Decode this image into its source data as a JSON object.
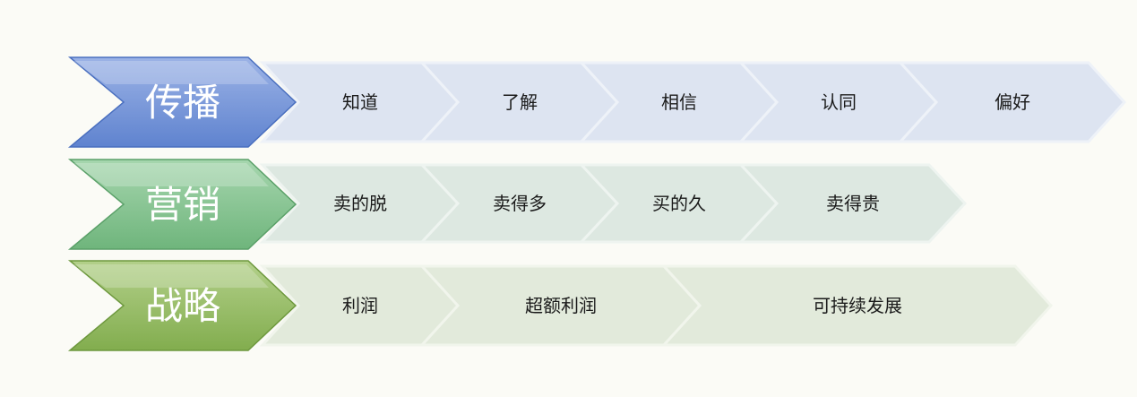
{
  "rows": [
    {
      "label": "传播",
      "colors": {
        "top": "#9cb3e6",
        "bottom": "#5f83cf",
        "edge": "#4a6fbf",
        "stage_fill": "#dde4f1",
        "stage_edge": "#eef2f8"
      },
      "stages": [
        "知道",
        "了解",
        "相信",
        "认同",
        "偏好"
      ]
    },
    {
      "label": "营销",
      "colors": {
        "top": "#a6d6ae",
        "bottom": "#6fb57c",
        "edge": "#5aa068",
        "stage_fill": "#dde8e1",
        "stage_edge": "#eef4f0"
      },
      "stages": [
        "卖的脱",
        "卖得多",
        "买的久",
        "卖得贵"
      ]
    },
    {
      "label": "战略",
      "colors": {
        "top": "#b3d08a",
        "bottom": "#82ad4e",
        "edge": "#6d983d",
        "stage_fill": "#e2eadb",
        "stage_edge": "#f1f5ec"
      },
      "stages": [
        "利润",
        "超额利润",
        "可持续发展"
      ]
    }
  ]
}
